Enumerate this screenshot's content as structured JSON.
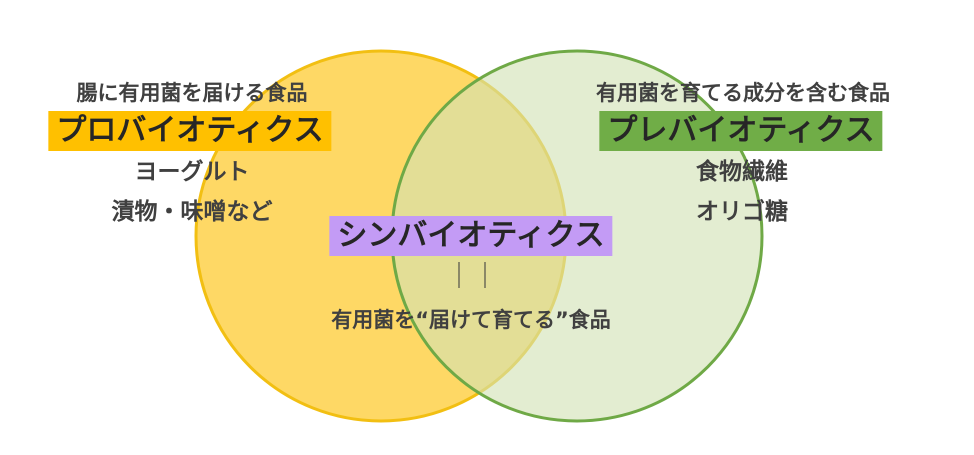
{
  "colors": {
    "probiotics_circle_fill": "#fed865",
    "probiotics_circle_stroke": "#f2bf12",
    "prebiotics_circle_fill": "#d2e2b4",
    "prebiotics_circle_stroke": "#6fa946",
    "probiotics_label_bg": "#ffc000",
    "prebiotics_label_bg": "#70ad47",
    "synbiotics_label_bg": "#c39bf5"
  },
  "probiotics": {
    "description": "腸に有用菌を届ける食品",
    "label": "プロバイオティクス",
    "examples": [
      "ヨーグルト",
      "漬物・味噌など"
    ]
  },
  "prebiotics": {
    "description": "有用菌を育てる成分を含む食品",
    "label": "プレバイオティクス",
    "examples": [
      "食物繊維",
      "オリゴ糖"
    ]
  },
  "synbiotics": {
    "label": "シンバイオティクス",
    "equals": "｜｜",
    "description": "有用菌を“届けて育てる”食品"
  }
}
